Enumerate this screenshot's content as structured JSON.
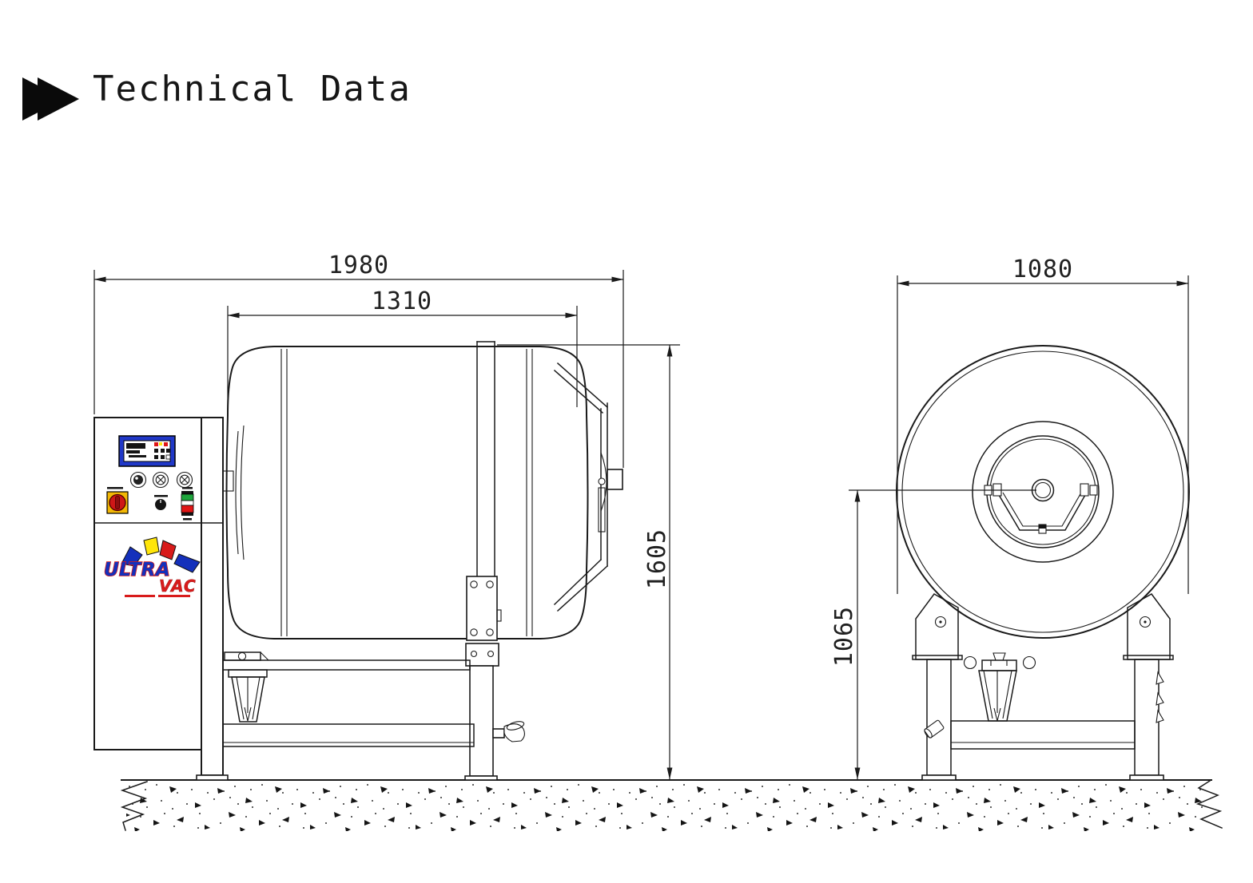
{
  "title": {
    "label": "Technical Data"
  },
  "dimensions": {
    "side_overall_width": "1980",
    "side_drum_length": "1310",
    "side_overall_height": "1605",
    "front_overall_width": "1080",
    "front_axis_height": "1065"
  },
  "logo": {
    "brand_top": "ULTRA",
    "brand_bottom": "VAC"
  },
  "colors": {
    "line": "#1a1a1a",
    "display_blue": "#2038c8",
    "display_screen": "#ffffff",
    "switch_yellow": "#f2b705",
    "switch_red": "#cf1717",
    "indicator_green": "#1ea63c",
    "indicator_white": "#ffffff",
    "indicator_red": "#e01616",
    "logo_blue": "#1430bb",
    "logo_yellow": "#ffe60a",
    "logo_red": "#d81b1b"
  }
}
